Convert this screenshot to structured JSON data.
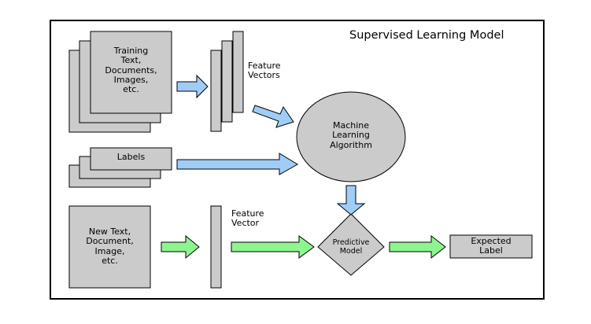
{
  "diagram": {
    "title": "Supervised Learning Model",
    "training_input": "Training\nText,\nDocuments,\nImages,\netc.",
    "feature_vectors": "Feature\nVectors",
    "labels": "Labels",
    "ml_algorithm": "Machine\nLearning\nAlgorithm",
    "new_input": "New Text,\nDocument,\nImage,\netc.",
    "feature_vector": "Feature\nVector",
    "predictive_model": "Predictive\nModel",
    "expected_label": "Expected\nLabel"
  },
  "colors": {
    "box_fill": "#cbcbcb",
    "blue_arrow": "#9fcdf8",
    "green_arrow": "#8ef58e",
    "stroke": "#000000"
  }
}
